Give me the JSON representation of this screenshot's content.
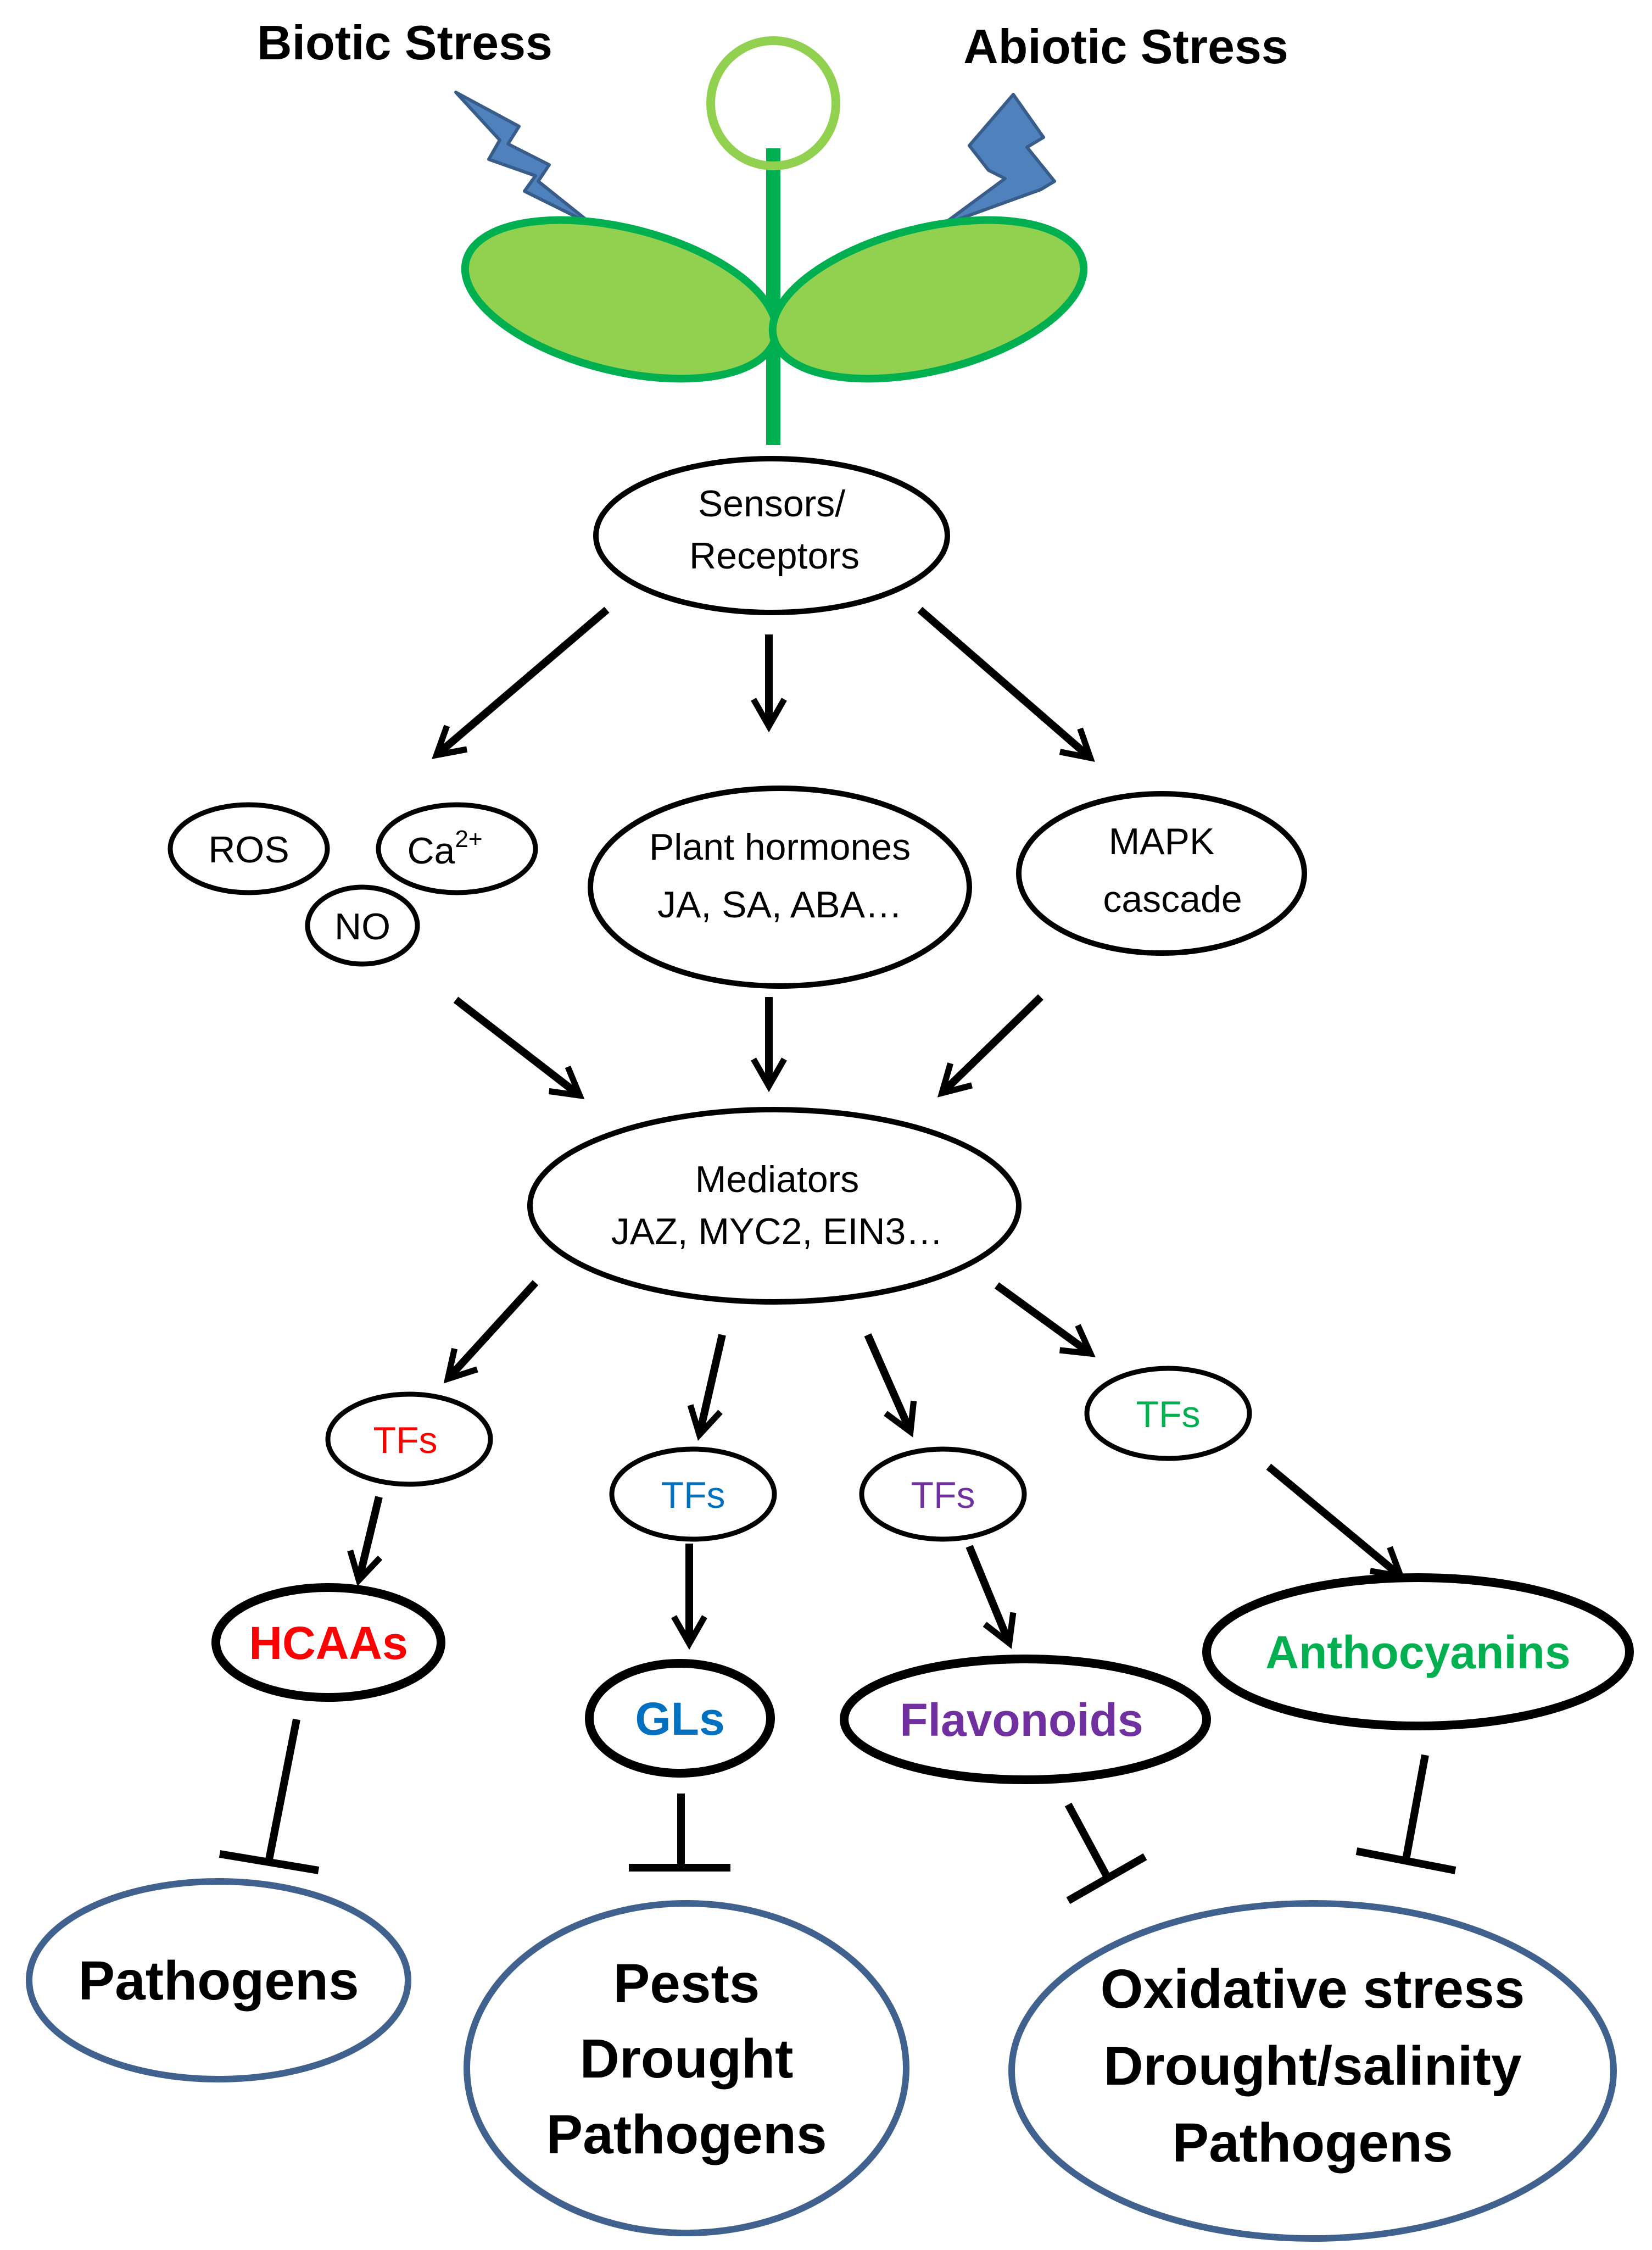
{
  "title_left": "Biotic Stress",
  "title_right": "Abiotic Stress",
  "colors": {
    "leaf_fill": "#92d050",
    "plant_green": "#00b050",
    "flower_ring": "#92d050",
    "bolt_fill": "#4f81bd",
    "bolt_stroke": "#385d8a",
    "outcome_border": "#41628f",
    "red": "#ff0000",
    "blue": "#0070c0",
    "purple": "#7030a0",
    "green": "#00b050"
  },
  "sensors": {
    "line1": "Sensors/",
    "line2": "Receptors"
  },
  "signals": {
    "ros": "ROS",
    "ca": "Ca",
    "ca_sup": "2+",
    "no": "NO",
    "hormones_line1": "Plant hormones",
    "hormones_line2": "JA, SA, ABA…",
    "mapk_line1": "MAPK",
    "mapk_line2": "cascade"
  },
  "mediators": {
    "line1": "Mediators",
    "line2": "JAZ, MYC2, EIN3…"
  },
  "tfs": [
    "TFs",
    "TFs",
    "TFs",
    "TFs"
  ],
  "products": [
    "HCAAs",
    "GLs",
    "Flavonoids",
    "Anthocyanins"
  ],
  "outcomes": {
    "pathogens": "Pathogens",
    "group2": [
      "Pests",
      "Drought",
      "Pathogens"
    ],
    "group3": [
      "Oxidative stress",
      "Drought/salinity",
      "Pathogens"
    ]
  }
}
